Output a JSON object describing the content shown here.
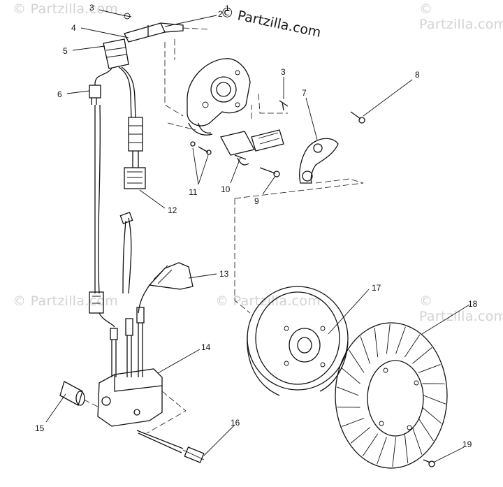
{
  "watermark": "© Partzilla.com",
  "brand": "© Partzilla.com",
  "callouts": [
    "1",
    "2",
    "3",
    "3",
    "4",
    "5",
    "6",
    "7",
    "8",
    "9",
    "10",
    "11",
    "12",
    "13",
    "14",
    "15",
    "16",
    "17",
    "18",
    "19"
  ],
  "colors": {
    "ink": "#111111",
    "watermark": "#d2d2d2",
    "background": "#ffffff"
  }
}
